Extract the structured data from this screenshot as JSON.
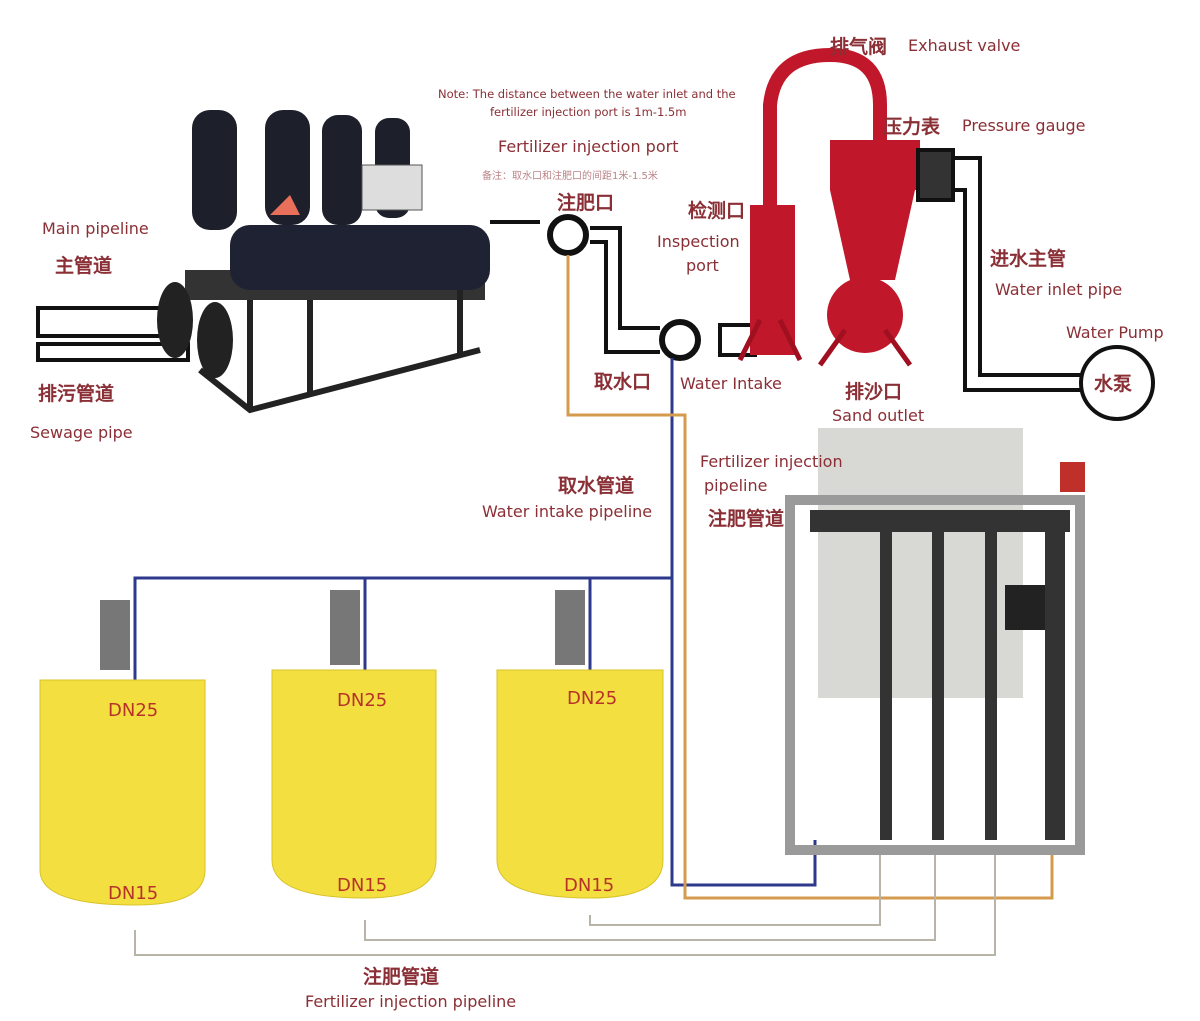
{
  "colors": {
    "label": "#8a2f35",
    "water_intake_pipe": "#2d3a8c",
    "fertilizer_pipe": "#d49a4e",
    "main_pipe": "#111111",
    "equipment_red": "#c0182a",
    "tank_yellow": "#f3e040"
  },
  "labels": {
    "exhaust_valve_cn": "排气阀",
    "exhaust_valve": "Exhaust valve",
    "note_line1": "Note: The distance between the water inlet and the",
    "note_line2": "fertilizer injection port is 1m-1.5m",
    "fertilizer_port": "Fertilizer injection port",
    "note_cn": "备注：取水口和注肥口的间距1米-1.5米",
    "fertilizer_port_cn": "注肥口",
    "pressure_gauge_cn": "压力表",
    "pressure_gauge": "Pressure gauge",
    "main_pipeline": "Main pipeline",
    "main_pipeline_cn": "主管道",
    "inspection_port_cn": "检测口",
    "inspection_port_1": "Inspection",
    "inspection_port_2": "port",
    "water_inlet_cn": "进水主管",
    "water_inlet": "Water inlet pipe",
    "water_pump": "Water Pump",
    "water_pump_cn": "水泵",
    "sewage_cn": "排污管道",
    "sewage": "Sewage pipe",
    "water_intake_cn": "取水口",
    "water_intake": "Water Intake",
    "sand_outlet_cn": "排沙口",
    "sand_outlet": "Sand outlet",
    "fert_pipeline_1": "Fertilizer injection",
    "fert_pipeline_2": "pipeline",
    "intake_pipeline_cn": "取水管道",
    "intake_pipeline": "Water intake pipeline",
    "fert_pipeline_cn": "注肥管道",
    "bottom_fert_cn": "注肥管道",
    "bottom_fert": "Fertilizer injection pipeline"
  },
  "tanks": [
    {
      "top": "DN25",
      "bottom": "DN15"
    },
    {
      "top": "DN25",
      "bottom": "DN15"
    },
    {
      "top": "DN25",
      "bottom": "DN15"
    }
  ]
}
